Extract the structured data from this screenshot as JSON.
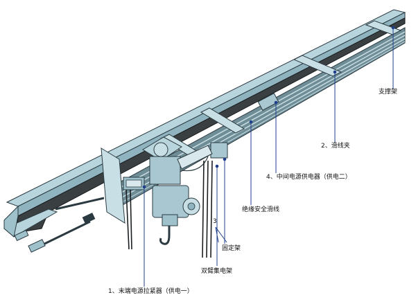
{
  "labels": {
    "support_frame": "支撑架",
    "slide_clamp": "2、滑线夹",
    "middle_feeder": "4、中间电源供电器（供电二）",
    "insulated_rail": "绝缘安全滑线",
    "number_3": "3",
    "fixing_frame": "固定架",
    "double_arm_collector": "双臂集电架",
    "end_tensioner": "1、末端电源拉紧器（供电一）"
  }
}
